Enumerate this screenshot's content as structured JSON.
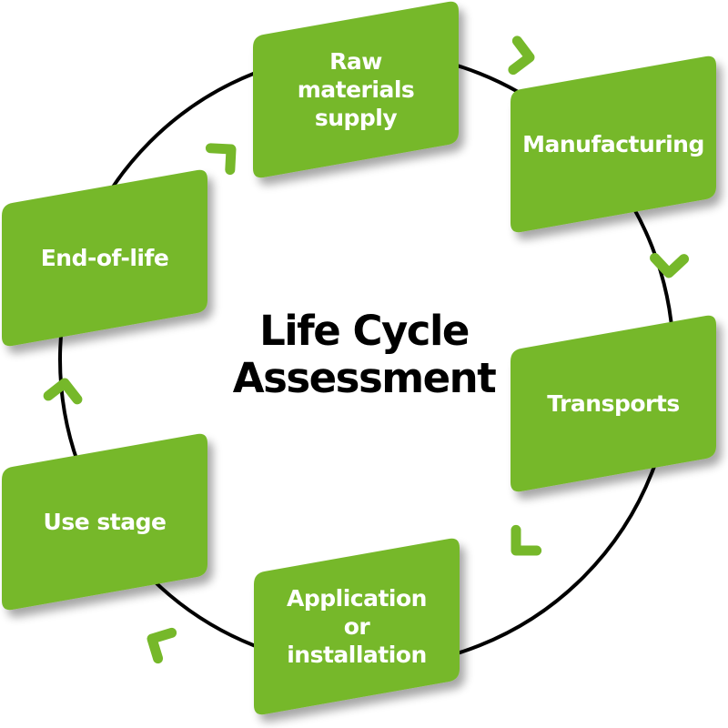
{
  "title": {
    "line1": "Life Cycle",
    "line2": "Assessment"
  },
  "colors": {
    "box_fill": "#76b82a",
    "arrow": "#76b82a",
    "cycle_line": "#000000",
    "text_on_box": "#ffffff",
    "title_text": "#000000"
  },
  "stages": [
    {
      "id": "raw-materials",
      "label": "Raw materials supply",
      "lines": [
        "Raw",
        "materials",
        "supply"
      ]
    },
    {
      "id": "manufacturing",
      "label": "Manufacturing",
      "lines": [
        "Manufacturing"
      ]
    },
    {
      "id": "transports",
      "label": "Transports",
      "lines": [
        "Transports"
      ]
    },
    {
      "id": "application",
      "label": "Application or installation",
      "lines": [
        "Application",
        "or",
        "installation"
      ]
    },
    {
      "id": "use-stage",
      "label": "Use stage",
      "lines": [
        "Use stage"
      ]
    },
    {
      "id": "end-of-life",
      "label": "End-of-life",
      "lines": [
        "End-of-life"
      ]
    }
  ],
  "flow": {
    "direction": "clockwise",
    "order": [
      "raw-materials",
      "manufacturing",
      "transports",
      "application",
      "use-stage",
      "end-of-life"
    ]
  }
}
